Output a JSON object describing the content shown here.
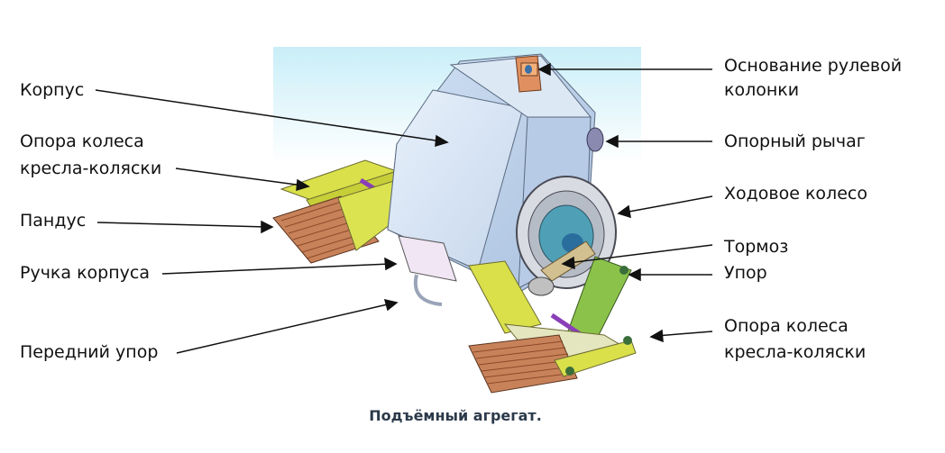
{
  "labels": {
    "korpus": "Корпус",
    "opora_left": [
      "Опора колеса",
      "кресла-коляски"
    ],
    "pandus": "Пандус",
    "ruchka": "Ручка корпуса",
    "peredniy": "Передний упор",
    "osnovanie": [
      "Основание рулевой",
      "колонки"
    ],
    "oporny": "Опорный рычаг",
    "hodovoe": "Ходовое колесо",
    "tormoz": "Тормоз",
    "upor": "Упор",
    "opora_right": [
      "Опора колеса",
      "кресла-коляски"
    ]
  },
  "caption": "Подъёмный агрегат."
}
